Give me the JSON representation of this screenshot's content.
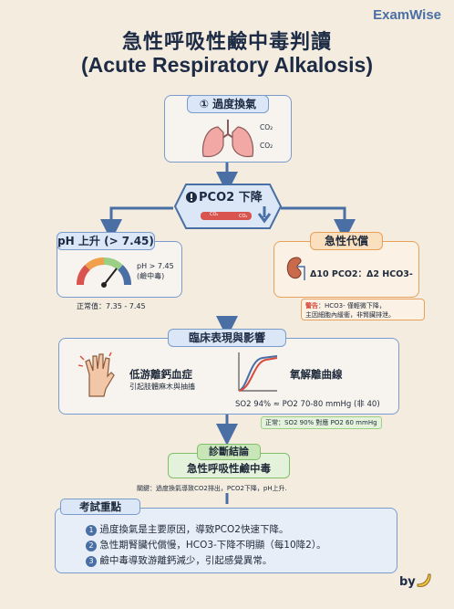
{
  "brand": "ExamWise",
  "title": {
    "zh": "急性呼吸性鹼中毒判讀",
    "en": "(Acute Respiratory Alkalosis)"
  },
  "step1": {
    "number": "①",
    "label": "過度換氣",
    "co2_top": "CO₂",
    "co2_bottom": "CO₂"
  },
  "trigger": {
    "label": "PCO2 下降",
    "co2_a": "CO₂",
    "co2_b": "CO₂"
  },
  "ph_box": {
    "header": "pH 上升 (> 7.45)",
    "gauge_label_line1": "pH > 7.45",
    "gauge_label_line2": "(鹼中毒)",
    "normal": "正常值：7.35 - 7.45"
  },
  "comp_box": {
    "header": "急性代償",
    "ratio": "Δ10 PCO2：Δ2 HCO3-",
    "warning_label": "警告",
    "warning_line1": "：HCO3- 僅輕微下降，",
    "warning_line2": "主因細胞內緩衝，非腎臟排泄。"
  },
  "clinical": {
    "header": "臨床表現與影響",
    "left_title": "低游離鈣血症",
    "left_sub": "引起肢體麻木與抽搐",
    "right_title": "氧解離曲線",
    "right_formula": "SO2 94% ≈ PO2 70-80 mmHg (非 40)",
    "normal_note": "正常：SO2 90% 對應 PO2 60 mmHg"
  },
  "diagnosis": {
    "header": "診斷結論",
    "result": "急性呼吸性鹼中毒",
    "key": "關鍵：過度換氣導致CO2排出，PCO2下降，pH上升."
  },
  "exam": {
    "header": "考試重點",
    "items": [
      {
        "num": "1",
        "text": "過度換氣是主要原因，導致PCO2快速下降。"
      },
      {
        "num": "2",
        "text": "急性期腎臟代償慢，HCO3-下降不明顯（每10降2）。"
      },
      {
        "num": "3",
        "text": "鹼中毒導致游離鈣減少，引起感覺異常。"
      }
    ]
  },
  "byline": "by",
  "colors": {
    "blue": "#4a6fa5",
    "orange": "#e8a05a",
    "green": "#9ccf86",
    "red": "#d94b3c"
  }
}
